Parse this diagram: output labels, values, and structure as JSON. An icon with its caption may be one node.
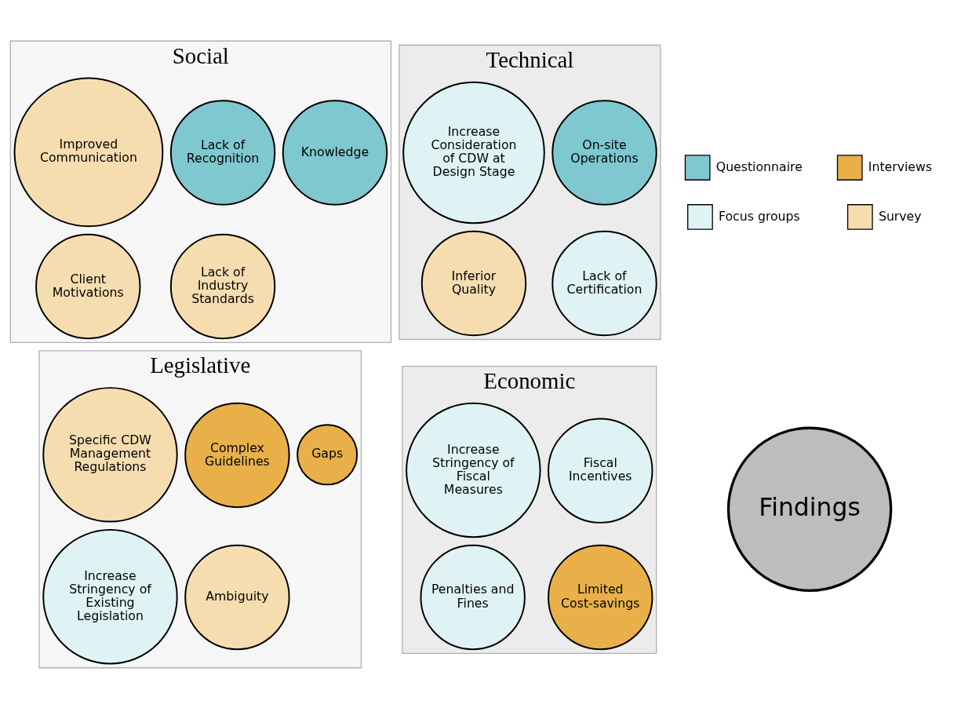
{
  "diagram": {
    "nodes": [
      {
        "text": [
          "Technical"
        ]
      },
      {
        "text": [
          "Increase Consideration of CDW at Design Stage"
        ],
        "in": 0
      },
      {
        "text": [
          "Inferior Quality"
        ],
        "in": 0
      },
      {
        "text": [
          "On-site Operations"
        ],
        "in": 0
      },
      {
        "text": [
          "Lack of Certification"
        ],
        "in": 0
      },
      {
        "text": [
          "Legislative"
        ]
      },
      {
        "text": [
          "Complex Guidelines"
        ],
        "in": 5
      },
      {
        "text": [
          "Specific CDW Management Regulations"
        ],
        "in": 5
      },
      {
        "text": [
          "Increase Stringency of Existing Legislation"
        ],
        "in": 5
      },
      {
        "text": [
          "Gaps"
        ],
        "in": 5
      },
      {
        "text": [
          "Ambiguity"
        ],
        "in": 5
      },
      {
        "text": [
          "Findings"
        ]
      },
      {
        "text": [
          "Social"
        ]
      },
      {
        "text": [
          "Client Motivations"
        ],
        "in": 12
      },
      {
        "text": [
          "Lack of Recognition"
        ],
        "in": 12
      },
      {
        "text": [
          "Lack of Industry Standards"
        ],
        "in": 12
      },
      {
        "text": [
          "Improved Communication"
        ],
        "in": 12
      },
      {
        "text": [
          "Knowledge"
        ],
        "in": 12
      },
      {
        "text": [
          "Economic"
        ]
      },
      {
        "text": [
          "Penalties and Fines"
        ],
        "in": 18
      },
      {
        "text": [
          "Fiscal Incentives"
        ],
        "in": 18
      },
      {
        "text": [
          "Limited Cost-savings"
        ],
        "in": 18
      },
      {
        "text": [
          "Increase Stringency of Fiscal Measures"
        ],
        "in": 18
      }
    ],
    "edges": [],
    "legend": [
      {
        "text": "Focus groups",
        "color": "#dff3f5"
      },
      {
        "text": "Questionnaire",
        "color": "#7fc8cf"
      },
      {
        "text": "Interviews",
        "color": "#e9b04a"
      },
      {
        "text": "Survey",
        "color": "#f6ddb0"
      }
    ]
  }
}
